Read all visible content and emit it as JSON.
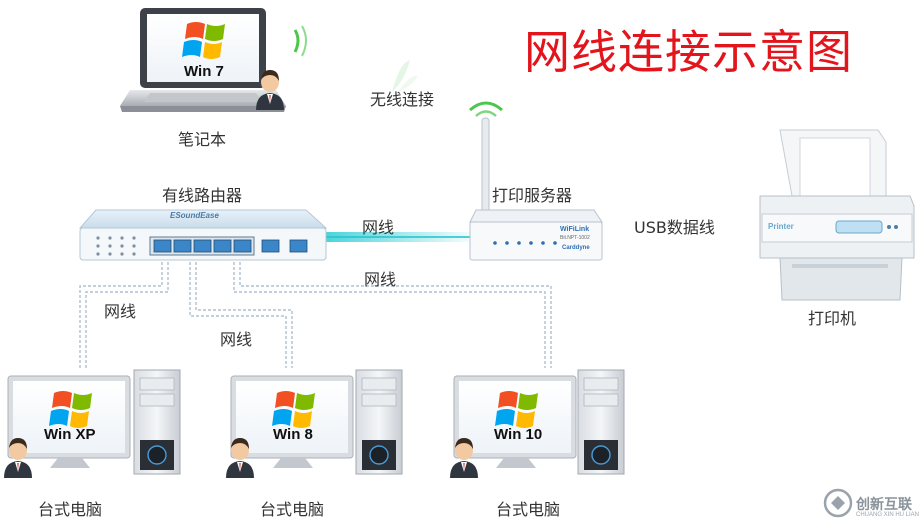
{
  "title": "网线连接示意图",
  "labels": {
    "laptop": "笔记本",
    "wireless": "无线连接",
    "router": "有线路由器",
    "print_server": "打印服务器",
    "printer": "打印机",
    "cable1": "网线",
    "cable2": "网线",
    "cable3": "网线",
    "cable4": "网线",
    "usb": "USB数据线",
    "desktop1": "台式电脑",
    "desktop2": "台式电脑",
    "desktop3": "台式电脑"
  },
  "os": {
    "laptop": "Win 7",
    "pc1": "Win XP",
    "pc2": "Win 8",
    "pc3": "Win 10"
  },
  "device_text": {
    "router_brand": "ESoundEase",
    "server_brand": "WiFiLink",
    "server_sub": "Bit.NPT-1002",
    "server_logo": "Carddyne",
    "printer_brand": "Printer"
  },
  "watermark": {
    "text": "创新互联",
    "sub": "CHUANG XIN HU LIAN"
  },
  "colors": {
    "title": "#e3141b",
    "cable": "#9fb3c8",
    "glow": "#38d0d8"
  }
}
